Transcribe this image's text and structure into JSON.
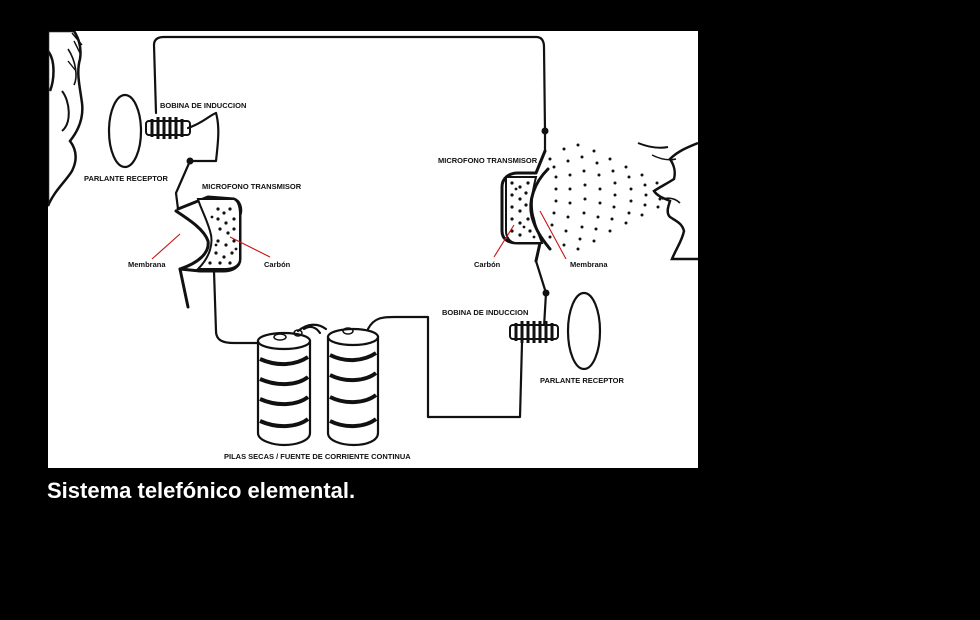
{
  "caption": "Sistema telefónico elemental.",
  "labels": {
    "left_coil": "BOBINA DE INDUCCION",
    "left_speaker": "PARLANTE RECEPTOR",
    "left_mic": "MICROFONO TRANSMISOR",
    "left_membrane": "Membrana",
    "left_carbon": "Carbón",
    "right_mic": "MICROFONO TRANSMISOR",
    "right_carbon": "Carbón",
    "right_membrane": "Membrana",
    "right_coil": "BOBINA DE INDUCCION",
    "right_speaker": "PARLANTE RECEPTOR",
    "batteries": "PILAS SECAS / FUENTE DE CORRIENTE CONTINUA"
  },
  "colors": {
    "background": "#000000",
    "panel": "#ffffff",
    "ink": "#111111",
    "pointer": "#cc1111",
    "caption": "#ffffff"
  }
}
